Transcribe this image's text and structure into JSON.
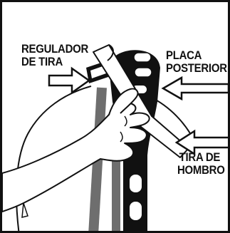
{
  "callouts": {
    "regulador": {
      "line1": "REGULADOR",
      "line2": "DE TIRA"
    },
    "placa": {
      "line1": "PLACA",
      "line2": "POSTERIOR"
    },
    "tira_hombro": {
      "line1": "TIRA DE",
      "line2": "HOMBRO"
    }
  },
  "colors": {
    "line": "#111111",
    "backplate": "#111111",
    "webbing": "#6e6e6e",
    "background": "#ffffff"
  }
}
